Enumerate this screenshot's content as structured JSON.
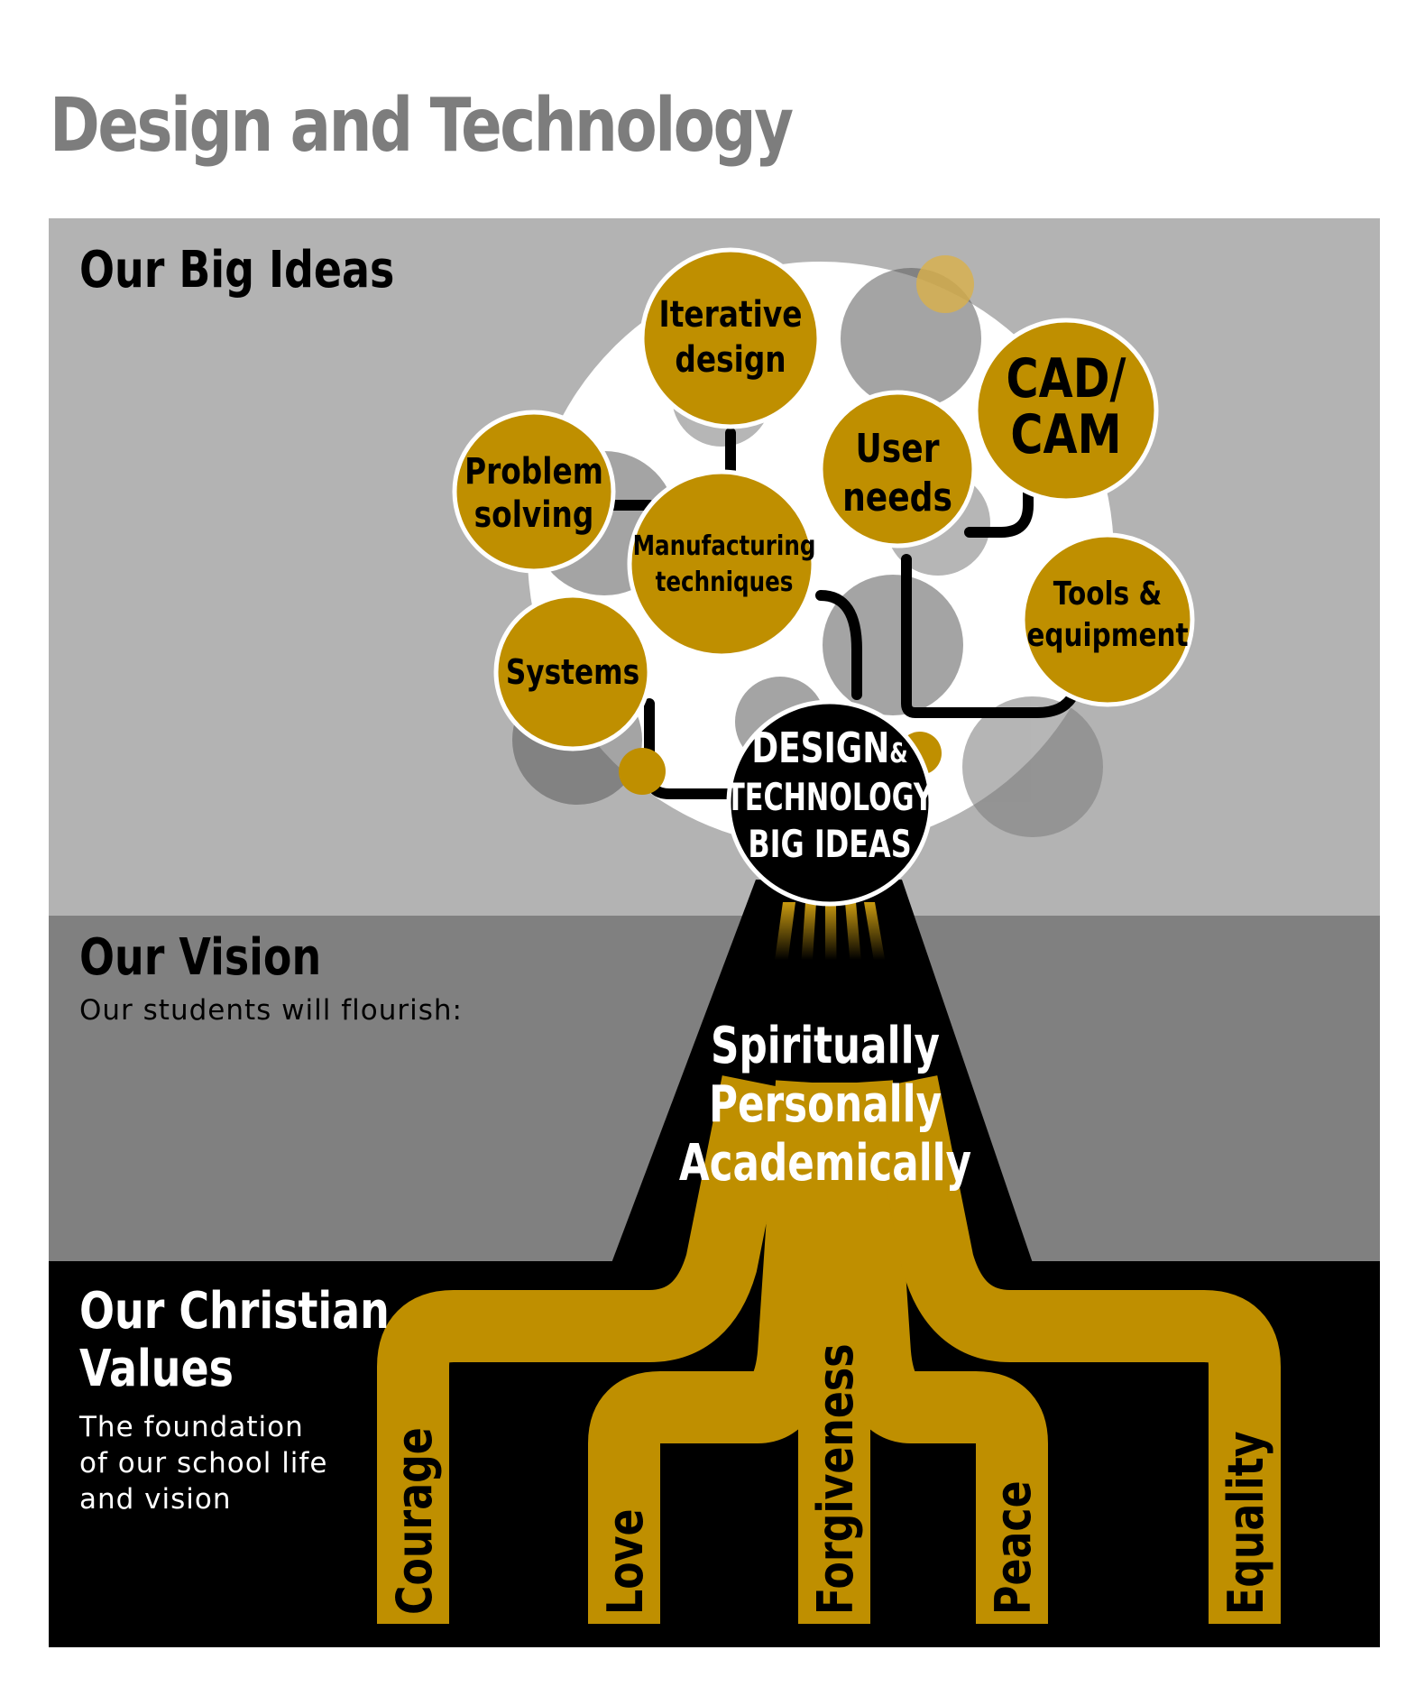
{
  "title": "Design and Technology",
  "sections": {
    "big_ideas": {
      "heading": "Our Big Ideas"
    },
    "vision": {
      "heading": "Our Vision",
      "subtitle": "Our students will flourish:"
    },
    "values": {
      "heading_line1": "Our Christian",
      "heading_line2": "Values",
      "subtitle_lines": [
        "The foundation",
        "of our school life",
        "and vision"
      ]
    }
  },
  "center": {
    "line1": "DESIGN",
    "amp": "&",
    "line2": "TECHNOLOGY",
    "line3": "BIG IDEAS"
  },
  "big_ideas": [
    {
      "id": "iterative-design",
      "lines": [
        "Iterative",
        "design"
      ]
    },
    {
      "id": "cad-cam",
      "lines": [
        "CAD/",
        "CAM"
      ]
    },
    {
      "id": "problem-solving",
      "lines": [
        "Problem",
        "solving"
      ]
    },
    {
      "id": "user-needs",
      "lines": [
        "User",
        "needs"
      ]
    },
    {
      "id": "manufacturing-techniques",
      "lines": [
        "Manufacturing",
        "techniques"
      ]
    },
    {
      "id": "tools-equipment",
      "lines": [
        "Tools &",
        "equipment"
      ]
    },
    {
      "id": "systems",
      "lines": [
        "Systems"
      ]
    }
  ],
  "flourish": [
    "Spiritually",
    "Personally",
    "Academically"
  ],
  "values": [
    "Courage",
    "Love",
    "Forgiveness",
    "Peace",
    "Equality"
  ],
  "colors": {
    "gold": "#bf8f00",
    "black": "#000000",
    "band_light": "#b3b3b3",
    "band_mid": "#808080",
    "title_grey": "#7d7d7d"
  }
}
